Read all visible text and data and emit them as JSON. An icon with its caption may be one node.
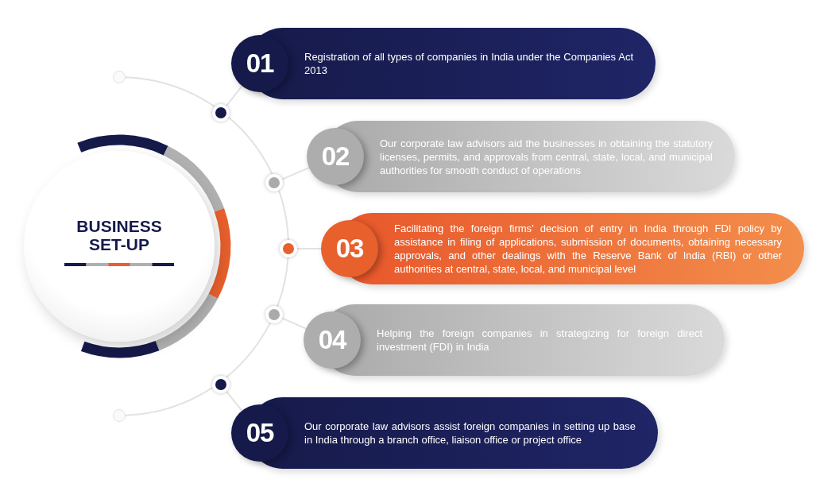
{
  "diagram": {
    "nodes": [
      {
        "text": [
          "BUSINESS SET-UP"
        ]
      },
      {
        "text": [
          "01",
          "Registration of all types of companies in India under the Companies Act 2013"
        ]
      },
      {
        "text": [
          "02",
          "Our corporate law advisors aid the businesses in obtaining the statutory licenses, permits, and approvals from central, state, local, and municipal authorities for smooth conduct of operations"
        ]
      },
      {
        "text": [
          "03",
          "Facilitating the foreign firms’ decision of entry in India through FDI policy by assistance in filing of applications, submission of documents, obtaining necessary approvals, and other dealings with the Reserve Bank of India (RBI) or other authorities at central, state, local, and municipal level"
        ]
      },
      {
        "text": [
          "04",
          "Helping the foreign companies in strategizing for foreign direct investment (FDI) in India"
        ]
      },
      {
        "text": [
          "05",
          "Our corporate law advisors assist foreign companies in setting up base in India through a branch office, liaison office or project office"
        ]
      },
      {
        "text": [],
        "shape": "circle"
      },
      {
        "text": [],
        "shape": "circle"
      },
      {
        "text": [],
        "shape": "circle"
      },
      {
        "text": [],
        "shape": "circle"
      },
      {
        "text": [],
        "shape": "circle"
      },
      {
        "text": [],
        "shape": "circle"
      },
      {
        "text": [],
        "shape": "circle"
      }
    ],
    "edges": [
      {
        "from": 6,
        "to": 1,
        "arrow": "none"
      },
      {
        "from": 7,
        "to": 2,
        "arrow": "none"
      },
      {
        "from": 8,
        "to": 3,
        "arrow": "none"
      },
      {
        "from": 9,
        "to": 4,
        "arrow": "none"
      },
      {
        "from": 10,
        "to": 5,
        "arrow": "none"
      },
      {
        "from": 11,
        "to": 6,
        "arrow": "none"
      },
      {
        "from": 6,
        "to": 7,
        "arrow": "none"
      },
      {
        "from": 7,
        "to": 8,
        "arrow": "none"
      },
      {
        "from": 8,
        "to": 9,
        "arrow": "none"
      },
      {
        "from": 9,
        "to": 10,
        "arrow": "none"
      },
      {
        "from": 10,
        "to": 12,
        "arrow": "none"
      }
    ]
  }
}
